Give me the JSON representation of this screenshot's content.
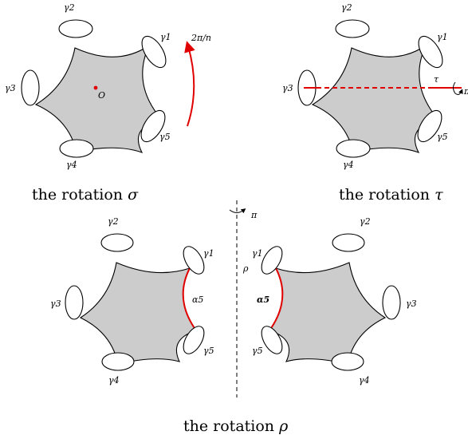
{
  "panels": {
    "sigma": {
      "boundary_labels": [
        "γ1",
        "γ2",
        "γ3",
        "γ4",
        "γ5"
      ],
      "center_label": "O",
      "angle_label": "2π/n",
      "caption_prefix": "the rotation ",
      "caption_var": "σ"
    },
    "tau": {
      "boundary_labels": [
        "γ1",
        "γ2",
        "γ3",
        "γ4",
        "γ5"
      ],
      "axis_label": "τ",
      "angle_label": "π",
      "caption_prefix": "the rotation ",
      "caption_var": "τ"
    },
    "rho": {
      "left_boundary_labels": [
        "γ1",
        "γ2",
        "γ3",
        "γ4",
        "γ5"
      ],
      "right_boundary_labels": [
        "γ1",
        "γ2",
        "γ3",
        "γ4",
        "γ5"
      ],
      "left_arc_label": "α5",
      "right_arc_label": "α5",
      "axis_label": "ρ",
      "angle_label": "π",
      "caption_prefix": "the rotation ",
      "caption_var": "ρ"
    }
  },
  "colors": {
    "surface_fill": "#cccccc",
    "accent_red": "#e00000"
  }
}
